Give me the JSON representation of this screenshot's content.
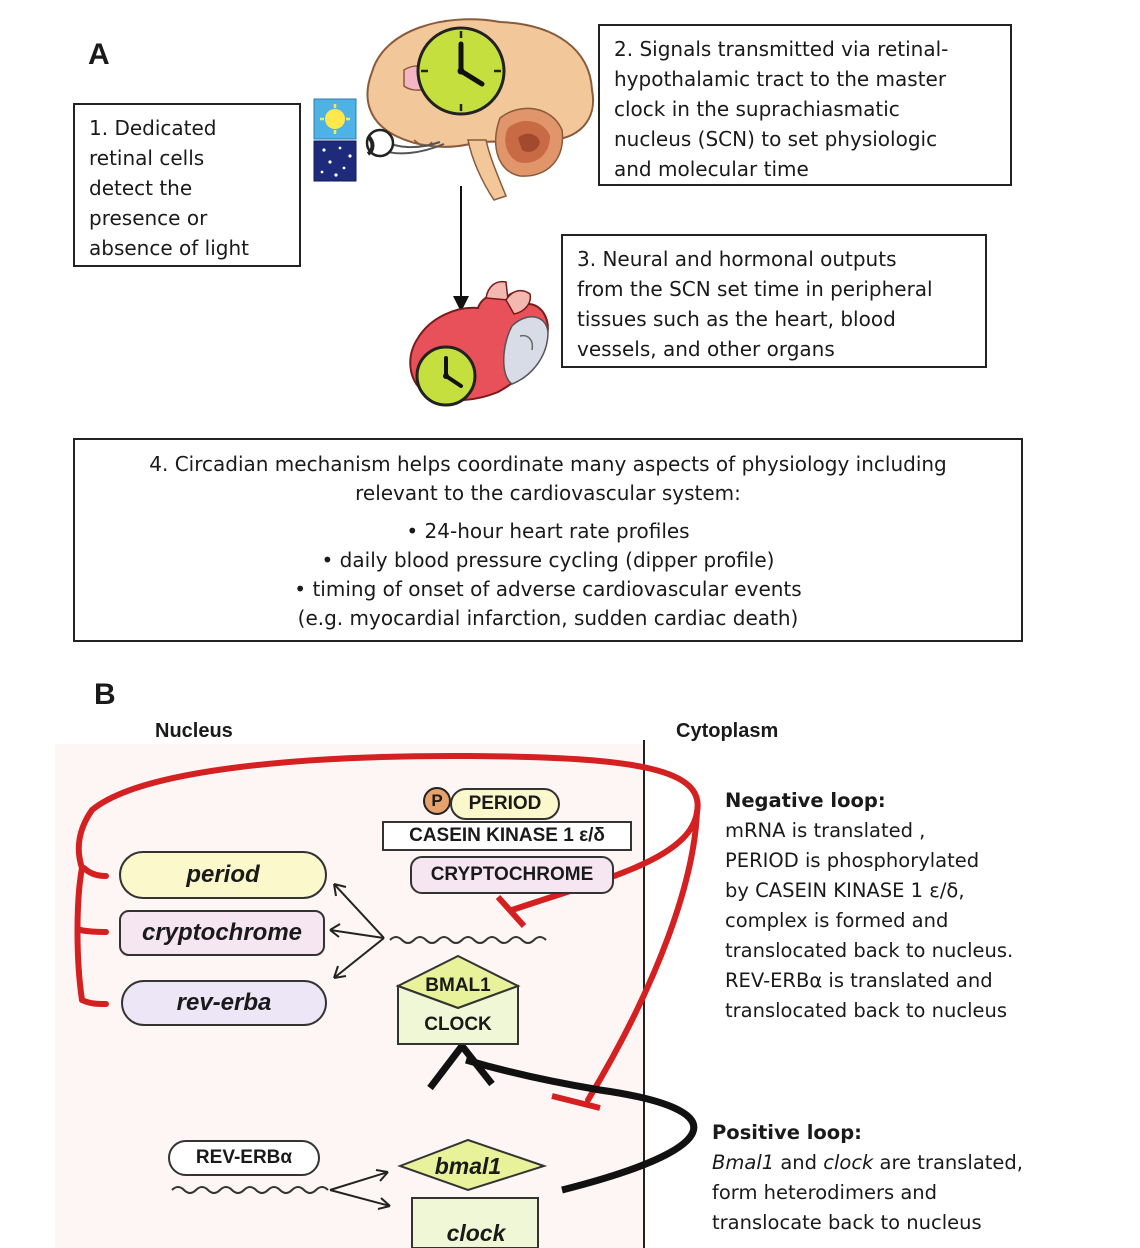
{
  "panel_a": {
    "label": "A",
    "step1": [
      "1. Dedicated",
      "retinal cells",
      "detect the",
      "presence or",
      "absence of light"
    ],
    "step2": [
      "2. Signals  transmitted via retinal-",
      "hypothalamic tract to the master",
      "clock in the suprachiasmatic",
      "nucleus (SCN) to set physiologic",
      "and molecular time"
    ],
    "step3": [
      "3. Neural and hormonal outputs",
      "from the SCN set time in peripheral",
      "tissues such as the heart, blood",
      "vessels, and other organs"
    ],
    "step4_intro": [
      "4. Circadian mechanism helps coordinate many aspects of  physiology including",
      "relevant to the cardiovascular system:"
    ],
    "step4_bullets": [
      "• 24-hour heart rate profiles",
      "• daily blood pressure cycling (dipper profile)",
      "• timing of onset of adverse cardiovascular events",
      "(e.g. myocardial infarction, sudden cardiac death)"
    ]
  },
  "panel_b": {
    "label": "B",
    "nucleus_label": "Nucleus",
    "cytoplasm_label": "Cytoplasm",
    "genes": {
      "period": "period",
      "cryptochrome": "cryptochrome",
      "rev_erba": "rev-erba",
      "bmal1": "bmal1",
      "clock": "clock"
    },
    "proteins": {
      "p": "P",
      "period": "PERIOD",
      "casein_kinase": "CASEIN KINASE 1 ε/δ",
      "cryptochrome": "CRYPTOCHROME",
      "bmal1": "BMAL1",
      "clock": "CLOCK",
      "rev_erba": "REV-ERBα"
    },
    "negative_loop": {
      "title": "Negative loop:",
      "lines": [
        "mRNA is translated ,",
        "PERIOD is phosphorylated",
        "by CASEIN  KINASE 1 ε/δ,",
        "complex is formed and",
        "translocated back to nucleus.",
        "REV-ERBα  is translated and",
        "translocated back to nucleus"
      ]
    },
    "positive_loop": {
      "title": "Positive loop:",
      "line1_a": "Bmal1",
      "line1_b": " and ",
      "line1_c": "clock",
      "line1_d": " are translated,",
      "lines": [
        "form  heterodimers and",
        "translocate back to  nucleus"
      ]
    }
  },
  "colors": {
    "repress_red": "#d42020",
    "period_fill": "#fbf8cc",
    "crypto_fill": "#f6e6f1",
    "rev_fill": "#ece6f6",
    "bmal_fill": "#e8f29a",
    "clock_fill": "#f0f7d6",
    "clock_face": "#c4df3e",
    "brain": "#f2c79a",
    "nucleus_bg": "#fdf6f4"
  }
}
